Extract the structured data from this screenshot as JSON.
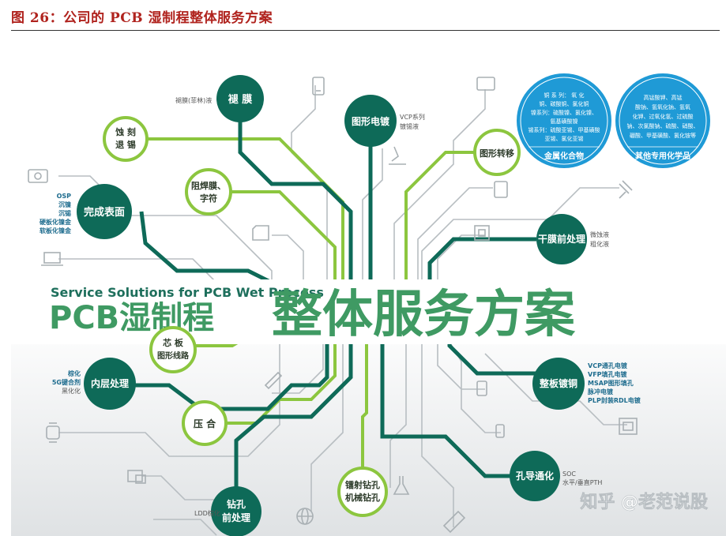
{
  "caption": "图 26：公司的 PCB 湿制程整体服务方案",
  "banner": {
    "subtitle": "Service Solutions for PCB Wet Process",
    "title_a": "PCB湿制程",
    "title_b": "整体服务方案"
  },
  "hubs": {
    "jinmo": "褪 膜",
    "tuxing_diandu": "图形电镀",
    "wancheng_biaomian": "完成表面",
    "ganmo": "干膜前处理",
    "neiceng": "内层处理",
    "zhengban": "整板镀铜",
    "zuankong": [
      "钻孔",
      "前处理"
    ],
    "kongdao": "孔导通化"
  },
  "lime_nodes": {
    "shike": [
      "蚀 刻",
      "退 锡"
    ],
    "zuhan": [
      "阻焊膜、",
      "字符"
    ],
    "tuxing_zhuanyi": "图形转移",
    "xinban": [
      "芯 板",
      "图形线路"
    ],
    "yahe": "压 合",
    "leishe": [
      "镭射钻孔",
      "机械钻孔"
    ]
  },
  "notes": {
    "tuimo": "褪膜(菲林)液",
    "vcp": [
      "VCP系列",
      "镀锡液"
    ],
    "osp": [
      "OSP",
      "沉镍",
      "沉锡",
      "硬板化镍金",
      "软板化镍金"
    ],
    "ganmo": [
      "微蚀液",
      "粗化液"
    ],
    "neiceng": [
      "棕化",
      "5G键合剂",
      "黑化化"
    ],
    "zhengban": [
      "VCP通孔电镀",
      "VFP填孔电镀",
      "MSAP图形填孔",
      "脉冲电镀",
      "PLP封装RDL电镀"
    ],
    "kongdao": [
      "SOC",
      "水平/垂直PTH"
    ],
    "zuankong": "LDD棕化"
  },
  "bubbles": {
    "metal": {
      "lines": [
        "铜 系 列： 氧 化",
        "铜、碳酸铜、氯化铜",
        "镍系列：硫酸镍、氯化镍、",
        "氨基磺酸镍",
        "锡系列：硫酸亚锡、甲基磺酸",
        "亚锡、氯化亚锡"
      ],
      "label": "金属化合物"
    },
    "other": {
      "lines": [
        "高锰酸钾、高锰",
        "酸钠、氢氧化钠、氢氧",
        "化钾、过氧化氢、过硫酸",
        "钠、次氯酸钠、硫酸、硝酸、",
        "硼酸、甲基磺酸、氯化铵等"
      ],
      "label": "其他专用化学品"
    }
  },
  "watermark": "知乎 @老范说股",
  "colors": {
    "teal": "#0e6a58",
    "lime": "#8cc63f",
    "banner_green": "#3f9a63",
    "bubble_blue": "#1f9ad6",
    "caption_red": "#b0231e"
  }
}
